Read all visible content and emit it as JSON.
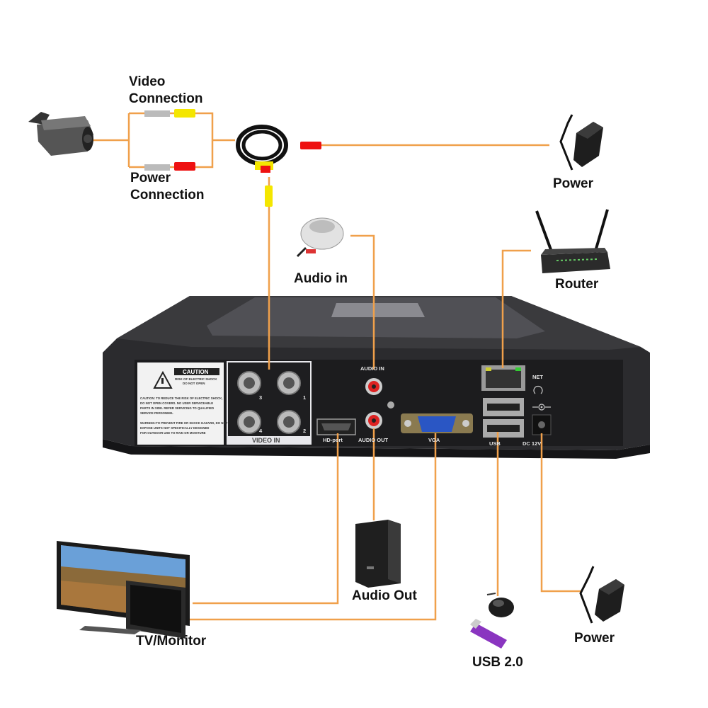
{
  "labels": {
    "video_connection": "Video\nConnection",
    "power_connection": "Power\nConnection",
    "power_top": "Power",
    "router": "Router",
    "audio_in": "Audio in",
    "audio_out": "Audio Out",
    "tv_monitor": "TV/Monitor",
    "usb": "USB 2.0",
    "power_bottom": "Power"
  },
  "panel": {
    "caution_title": "CAUTION",
    "caution_sub1": "RISK OF ELECTRIC SHOCK",
    "caution_sub2": "DO NOT OPEN",
    "caution_text1": "CAUTION: TO REDUCE THE RISK OF ELECTRIC SHOCK,",
    "caution_text2": "DO NOT OPEN COVERS. NO USER SERVICEABLE",
    "caution_text3": "PARTS IN SIDE. REFER SERVICING TO QUALIFIED",
    "caution_text4": "SERVICE PERSONNEL",
    "caution_text5": "WARNING:TO PREVENT FIRE OR SHOCK HAZARD, DO NOT",
    "caution_text6": "EXPOSE UNITS NOT SPECIFICALLY DESIGNED",
    "caution_text7": "FOR OUTDOOR USE TO RAIN OR MOISTURE",
    "video_in": "VIDEO IN",
    "bnc_3": "3",
    "bnc_1": "1",
    "bnc_4": "4",
    "bnc_2": "2",
    "audio_in_port": "AUDIO IN",
    "audio_out_port": "AUDIO OUT",
    "hd_port": "HD-port",
    "vga": "VGA",
    "net": "NET",
    "usb_port": "USB",
    "dc": "DC 12V"
  },
  "colors": {
    "wire": "#f0a04b",
    "dvr_body": "#2a2a2c",
    "yellow_plug": "#f4e600",
    "red_plug": "#e11"
  }
}
